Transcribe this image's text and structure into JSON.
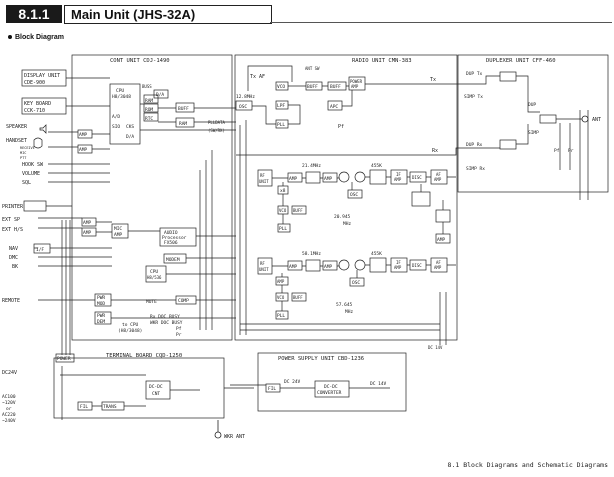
{
  "header": {
    "section": "8.1.1",
    "title": "Main Unit (JHS-32A)"
  },
  "subtitle": "Block Diagram",
  "footer": "8.1 Block Diagrams and Schematic Diagrams",
  "units": {
    "cont": "CONT UNIT  CDJ-1490",
    "radio": "RADIO UNIT  CMN-383",
    "duplexer": "DUPLEXER UNIT CFF-460",
    "terminal": "TERMINAL BOARD CQD-1250",
    "power": "POWER SUPPLY UNIT  CBD-1236"
  },
  "externals": {
    "display": [
      "DISPLAY UNIT",
      "CDE-900"
    ],
    "keyboard": [
      "KEY BOARD",
      "CCK-710"
    ],
    "speaker": "SPEAKER",
    "handset": "HANDSET",
    "handset_sub": [
      "RECEIVE",
      "MIC",
      "PTT"
    ],
    "hook": "HOOK SW",
    "volume": "VOLUME",
    "sql": "SQL",
    "printer": "PRINTER",
    "ext_sp": "EXT SP",
    "ext_hs": "EXT H/S",
    "nav": "NAV",
    "dmc": "DMC",
    "bk": "BK",
    "remote": "REMOTE",
    "dc24v": "DC24V",
    "ac_in": [
      "AC100",
      "~120V",
      "or",
      "AC220",
      "~240V"
    ],
    "wkr_ant": "WKR ANT",
    "ant": "ANT"
  },
  "cont_blocks": {
    "cpu": [
      "CPU",
      "H8/3048"
    ],
    "bus": "BUSS",
    "ad": "A/D",
    "da_top": "D/A",
    "ram": "RAM",
    "rom": "ROM",
    "rtc": "RTC",
    "buff": "BUFF",
    "ram2": "RAM",
    "sio": "SIO",
    "cks": "CKS",
    "da": "D/A",
    "amp_sp": "AMP",
    "amp_mic": "AMP",
    "amp_ext1": "AMP",
    "amp_ext2": "AMP",
    "if": "I/F",
    "mic_amp": [
      "MIC",
      "AMP"
    ],
    "audio": [
      "AUDIO",
      "Processor",
      "FX506"
    ],
    "modem": "MODEM",
    "cpu2": [
      "CPU",
      "H8/536"
    ],
    "mute": "MUTE",
    "comp": "COMP",
    "pwr_mod": [
      "PWR",
      "MOD"
    ],
    "pwr_dem": [
      "PWR",
      "DEM"
    ],
    "to_cpu": [
      "to CPU",
      "(H8/3048)"
    ],
    "pll_data": "PLLDATA",
    "sw_rx": "(SW/RX)"
  },
  "signals": {
    "tx_af": "Tx AF",
    "tx": "Tx",
    "rx": "Rx",
    "pf": "Pf",
    "pr": "Pr",
    "dup": "DUP",
    "simp": "SIMP",
    "dup_tx": "DUP Tx",
    "simp_tx": "SIMP Tx",
    "dup_rx": "DUP Rx",
    "simp_rx": "SIMP Rx",
    "busy": [
      "Rx  DOC BUSY",
      "WKR DOC BUSY",
      "Pf",
      "Pr"
    ],
    "dc14v": "DC 14V",
    "dc24v_ps": "DC 24V",
    "dc14v_ps": "DC 14V"
  },
  "radio_blocks": {
    "osc_tx": "OSC",
    "freq_tx": "12.8MHz",
    "vco": "VCO",
    "lpf": "LPF",
    "pll": "PLL",
    "buff": "BUFF",
    "buff2": "BUFF",
    "pwr_amp": [
      "POWER",
      "AMP"
    ],
    "apc": "APC",
    "ant_sw": "ANT SW",
    "rf_unit": [
      "RF",
      "UNIT"
    ],
    "amp": "AMP",
    "if_freq1": "21.4MHz",
    "if_freq2": "20.945",
    "if_mhz": "MHz",
    "khz455": "455K",
    "osc_rx": "OSC",
    "if_amp": [
      "IF",
      "AMP"
    ],
    "disc": "DISC",
    "af_amp": [
      "AF",
      "AMP"
    ],
    "wkr_if_freq1": "58.1MHz",
    "wkr_if_freq2": "57.645",
    "vco_rx": "VCO",
    "pll_rx": "PLL",
    "x8": "x8",
    "vco2": "VCO",
    "buff_rx": "BUFF"
  },
  "power_blocks": {
    "dcdc": [
      "DC-DC",
      "CONVERTER"
    ],
    "fil": "FIL",
    "trans": "TRANS",
    "dcdc_term": [
      "DC-DC",
      "CNT"
    ],
    "power_label": "POWER"
  }
}
